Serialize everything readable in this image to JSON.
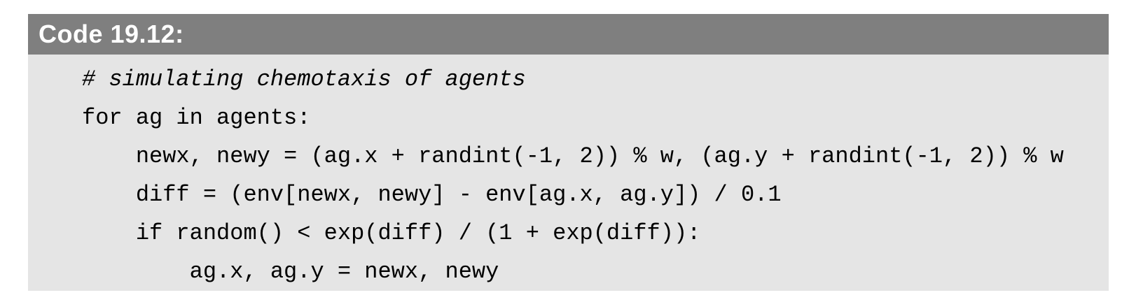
{
  "listing": {
    "title": "Code 19.12:",
    "lines": [
      {
        "text": "# simulating chemotaxis of agents",
        "style": "comment"
      },
      {
        "text": "for ag in agents:",
        "style": "code"
      },
      {
        "text": "    newx, newy = (ag.x + randint(-1, 2)) % w, (ag.y + randint(-1, 2)) % w",
        "style": "code"
      },
      {
        "text": "    diff = (env[newx, newy] - env[ag.x, ag.y]) / 0.1",
        "style": "code"
      },
      {
        "text": "    if random() < exp(diff) / (1 + exp(diff)):",
        "style": "code"
      },
      {
        "text": "        ag.x, ag.y = newx, newy",
        "style": "code"
      }
    ]
  },
  "colors": {
    "header_bg": "#7f7f7f",
    "header_text": "#ffffff",
    "body_bg": "#e5e5e5",
    "code_text": "#000000",
    "page_bg": "#ffffff"
  }
}
